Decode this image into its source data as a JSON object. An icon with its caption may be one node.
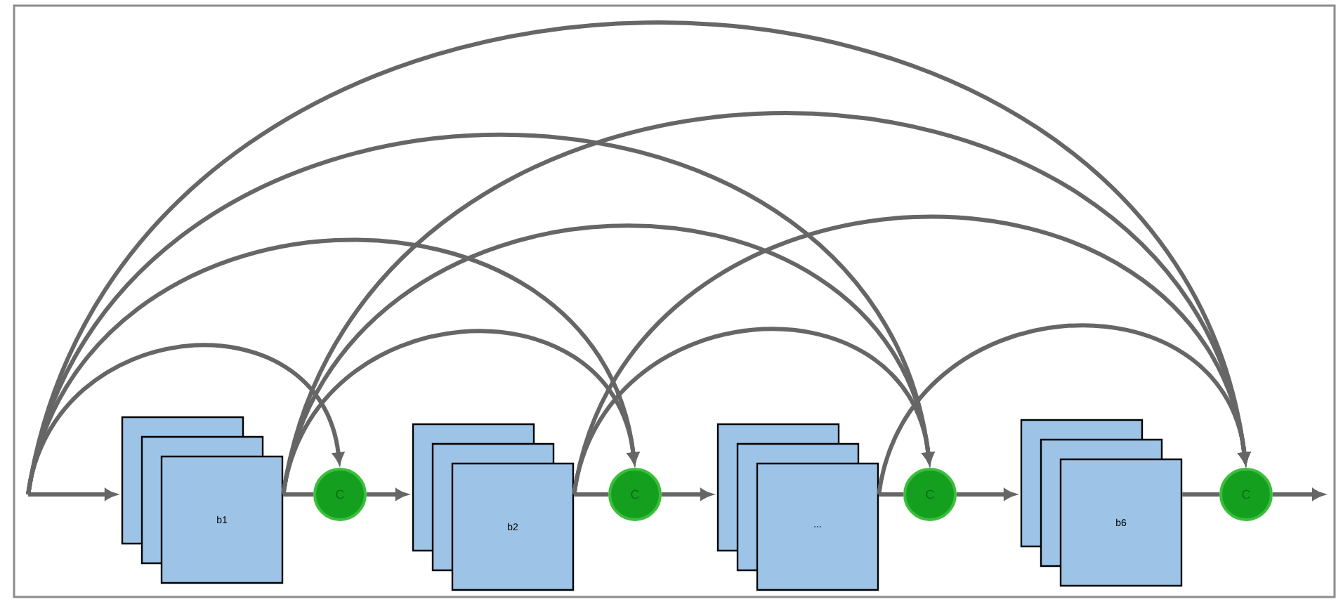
{
  "diagram": {
    "nodes": [
      {
        "text": [
          "b1"
        ]
      },
      {
        "text": [
          "C"
        ]
      },
      {
        "text": [
          "b2"
        ]
      },
      {
        "text": [
          "C"
        ]
      },
      {
        "text": [
          "..."
        ]
      },
      {
        "text": [
          "C"
        ]
      },
      {
        "text": [
          "b6"
        ]
      },
      {
        "text": [
          "C"
        ]
      }
    ],
    "edges": [
      {
        "from": null,
        "to": 0,
        "arrow": "to"
      },
      {
        "from": 0,
        "to": 1,
        "arrow": "none"
      },
      {
        "from": 1,
        "to": 2,
        "arrow": "to"
      },
      {
        "from": 2,
        "to": 3,
        "arrow": "none"
      },
      {
        "from": 3,
        "to": 4,
        "arrow": "to"
      },
      {
        "from": 4,
        "to": 5,
        "arrow": "none"
      },
      {
        "from": 5,
        "to": 6,
        "arrow": "to"
      },
      {
        "from": 6,
        "to": 7,
        "arrow": "none"
      },
      {
        "from": 7,
        "to": null,
        "arrow": "to"
      },
      {
        "from": null,
        "to": 1,
        "arrow": "to"
      },
      {
        "from": null,
        "to": 3,
        "arrow": "to"
      },
      {
        "from": null,
        "to": 5,
        "arrow": "to"
      },
      {
        "from": null,
        "to": 7,
        "arrow": "to"
      },
      {
        "from": 0,
        "to": 3,
        "arrow": "to"
      },
      {
        "from": 0,
        "to": 5,
        "arrow": "to"
      },
      {
        "from": 0,
        "to": 7,
        "arrow": "to"
      },
      {
        "from": 2,
        "to": 5,
        "arrow": "to"
      },
      {
        "from": 2,
        "to": 7,
        "arrow": "to"
      },
      {
        "from": 4,
        "to": 7,
        "arrow": "to"
      }
    ]
  }
}
